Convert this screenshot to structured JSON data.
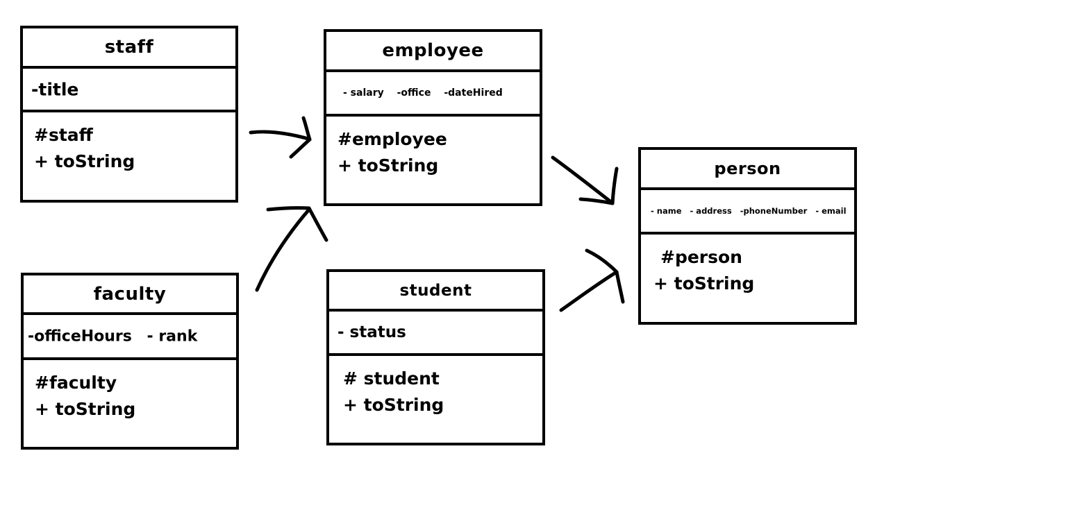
{
  "classes": {
    "staff": {
      "name": "staff",
      "attributes": [
        "-title"
      ],
      "methods": [
        "#staff",
        "+ toString"
      ]
    },
    "faculty": {
      "name": "faculty",
      "attributes": [
        "-officeHours",
        "- rank"
      ],
      "methods": [
        "#faculty",
        "+ toString"
      ]
    },
    "employee": {
      "name": "employee",
      "attributes": [
        "- salary",
        "-office",
        "-dateHired"
      ],
      "methods": [
        "#employee",
        "+ toString"
      ]
    },
    "student": {
      "name": "student",
      "attributes": [
        "- status"
      ],
      "methods": [
        "# student",
        "+ toString"
      ]
    },
    "person": {
      "name": "person",
      "attributes": [
        "- name",
        "- address",
        "-phoneNumber",
        "- email"
      ],
      "methods": [
        "#person",
        "+ toString"
      ]
    }
  },
  "colors": {
    "stroke": "#000000",
    "background": "#ffffff"
  }
}
